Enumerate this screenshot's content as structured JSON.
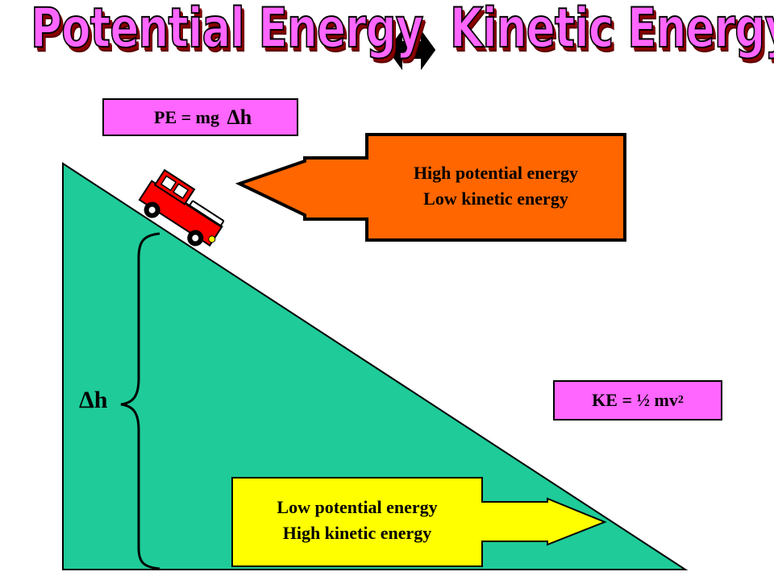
{
  "title": {
    "left": "Potential Energy",
    "right": "Kinetic Energy",
    "connector": "double-arrow-icon"
  },
  "formulas": {
    "pe_prefix": "PE = mg ",
    "pe_delta": "Δh",
    "ke_base": "KE = ½ mv",
    "ke_exp": "2"
  },
  "callouts": {
    "top_line1": "High potential energy",
    "top_line2": "Low kinetic energy",
    "bottom_line1": "Low potential energy",
    "bottom_line2": "High kinetic energy"
  },
  "height_label": "Δh",
  "colors": {
    "hill": "#1ecb99",
    "formula_box": "#ff66ff",
    "title_fill": "#ff66ff",
    "title_shadow": "#8a0000",
    "top_callout": "#ff6600",
    "bottom_callout": "#ffff00",
    "car": "#ff0000"
  }
}
